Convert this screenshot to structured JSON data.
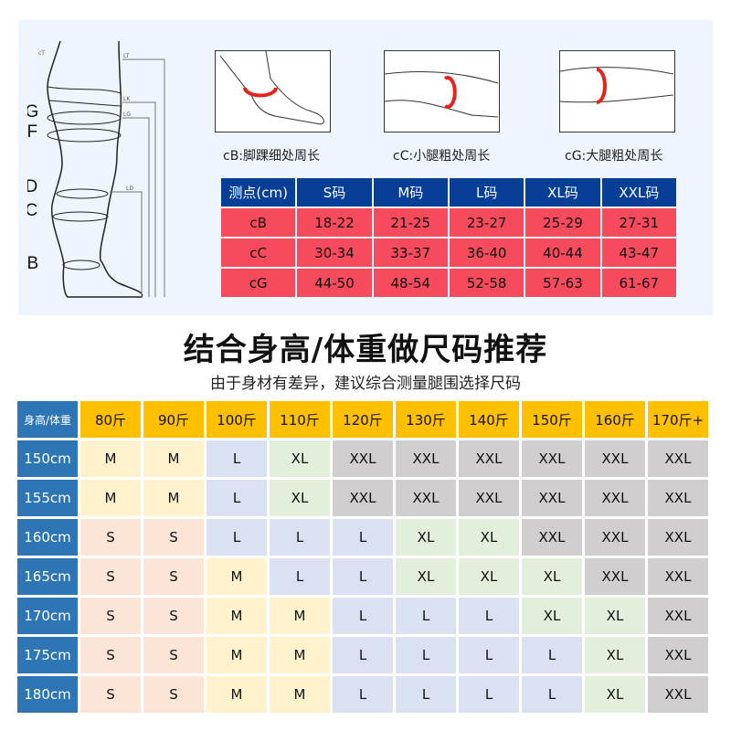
{
  "diagram": {
    "labels": [
      "cT",
      "cG",
      "cF",
      "cD",
      "cC",
      "cB"
    ],
    "length_labels": [
      "LT",
      "LK",
      "LG",
      "LD"
    ]
  },
  "measure_points": [
    {
      "caption": "cB:脚踝细处周长"
    },
    {
      "caption": "cC:小腿粗处周长"
    },
    {
      "caption": "cG:大腿粗处周长"
    }
  ],
  "measure_table": {
    "headers": [
      "测点(cm)",
      "S码",
      "M码",
      "L码",
      "XL码",
      "XXL码"
    ],
    "rows": [
      [
        "cB",
        "18-22",
        "21-25",
        "23-27",
        "25-29",
        "27-31"
      ],
      [
        "cC",
        "30-34",
        "33-37",
        "36-40",
        "40-44",
        "43-47"
      ],
      [
        "cG",
        "44-50",
        "48-54",
        "52-58",
        "57-63",
        "61-67"
      ]
    ]
  },
  "title": "结合身高/体重做尺码推荐",
  "subtitle": "由于身材有差异，建议综合测量腿围选择尺码",
  "recommend_table": {
    "corner": "身高/体重",
    "weights": [
      "80斤",
      "90斤",
      "100斤",
      "110斤",
      "120斤",
      "130斤",
      "140斤",
      "150斤",
      "160斤",
      "170斤+"
    ],
    "rows": [
      {
        "height": "150cm",
        "sizes": [
          "M",
          "M",
          "L",
          "XL",
          "XXL",
          "XXL",
          "XXL",
          "XXL",
          "XXL",
          "XXL"
        ]
      },
      {
        "height": "155cm",
        "sizes": [
          "M",
          "M",
          "L",
          "XL",
          "XXL",
          "XXL",
          "XXL",
          "XXL",
          "XXL",
          "XXL"
        ]
      },
      {
        "height": "160cm",
        "sizes": [
          "S",
          "S",
          "L",
          "L",
          "L",
          "XL",
          "XL",
          "XXL",
          "XXL",
          "XXL"
        ]
      },
      {
        "height": "165cm",
        "sizes": [
          "S",
          "S",
          "M",
          "L",
          "L",
          "XL",
          "XL",
          "XL",
          "XXL",
          "XXL"
        ]
      },
      {
        "height": "170cm",
        "sizes": [
          "S",
          "S",
          "M",
          "M",
          "L",
          "L",
          "L",
          "XL",
          "XL",
          "XXL"
        ]
      },
      {
        "height": "175cm",
        "sizes": [
          "S",
          "S",
          "M",
          "M",
          "L",
          "L",
          "L",
          "L",
          "XL",
          "XXL"
        ]
      },
      {
        "height": "180cm",
        "sizes": [
          "S",
          "S",
          "M",
          "M",
          "L",
          "L",
          "L",
          "L",
          "XL",
          "XXL"
        ]
      }
    ],
    "colors": {
      "S": "#fce4d6",
      "M": "#fff2cc",
      "L": "#d9e1f2",
      "XL": "#e2efda",
      "XXL": "#d0cece",
      "header": "#ffc000",
      "row_header": "#2e75b6"
    }
  },
  "colors": {
    "panel": "#eef5fd",
    "measure_header": "#073f97",
    "measure_row": "#f64a5d",
    "arrow": "#e8221b"
  }
}
